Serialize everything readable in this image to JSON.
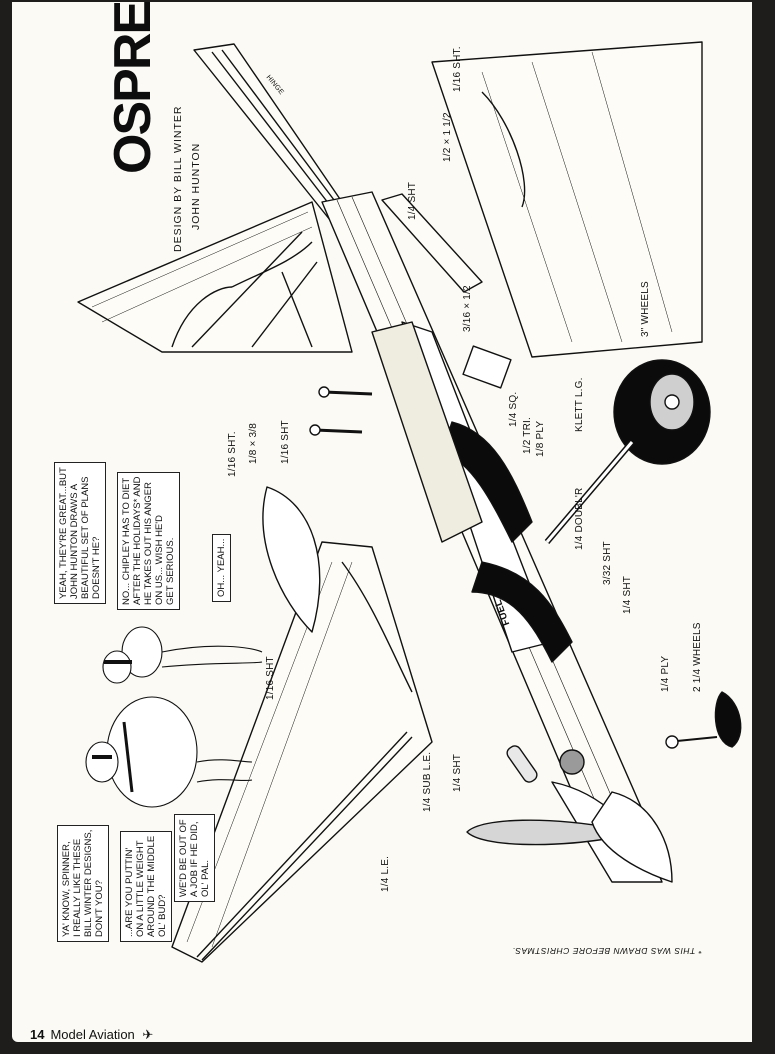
{
  "article": {
    "title": "OSPREY",
    "credits": [
      "DESIGN BY BILL WINTER",
      "JOHN HUNTON"
    ]
  },
  "cartoon": {
    "bubbles": [
      {
        "speaker": "left-character",
        "text": "YA' KNOW, SPINNER,\nI REALLY LIKE THESE\nBILL WINTER DESIGNS,\nDON'T YOU?"
      },
      {
        "speaker": "right-character",
        "text": "...ARE YOU PUTTIN'\nON A LITTLE WEIGHT\nAROUND THE MIDDLE\nOL' BUD?"
      },
      {
        "speaker": "left-character",
        "text": "WE'D BE OUT OF\nA JOB IF HE DID,\nOL' PAL."
      },
      {
        "speaker": "right-character",
        "text": "YEAH, THEY'RE GREAT...BUT\nJOHN HUNTON DRAWS A\nBEAUTIFUL SET OF PLANS\nDOESN'T HE?"
      },
      {
        "speaker": "left-character",
        "text": "NO... CHIPLEY HAS TO DIET\nAFTER THE HOLIDAYS* AND\nHE TAKES OUT HIS ANGER\nON US... WISH HE'D\nGET SERIOUS."
      },
      {
        "speaker": "right-character",
        "text": "OH... YEAH..."
      }
    ]
  },
  "callouts": [
    {
      "id": "sht-1-16-top",
      "text": "1/16 SHT."
    },
    {
      "id": "strip-1-2x1-1-2",
      "text": "1/2 × 1 1/2"
    },
    {
      "id": "sht-1-4-stab",
      "text": "1/4 SHT"
    },
    {
      "id": "strip-3-16x1-2",
      "text": "3/16 × 1/2"
    },
    {
      "id": "wheels-3",
      "text": "3\" WHEELS"
    },
    {
      "id": "klett-lg",
      "text": "KLETT L.G."
    },
    {
      "id": "sq-1-4",
      "text": "1/4 SQ."
    },
    {
      "id": "tri-1-2",
      "text": "1/2 TRI."
    },
    {
      "id": "ply-1-8",
      "text": "1/8 PLY"
    },
    {
      "id": "doubler-1-4",
      "text": "1/4 DOUBL'R"
    },
    {
      "id": "sht-3-32",
      "text": "3/32 SHT"
    },
    {
      "id": "sht-1-4-fus",
      "text": "1/4 SHT"
    },
    {
      "id": "ply-1-4",
      "text": "1/4 PLY"
    },
    {
      "id": "wheels-2-1-4",
      "text": "2 1/4 WHEELS"
    },
    {
      "id": "sht-1-16-fin",
      "text": "1/16 SHT."
    },
    {
      "id": "strip-1-8x3-8",
      "text": "1/8 × 3/8"
    },
    {
      "id": "sht-1-16-rudder",
      "text": "1/16 SHT"
    },
    {
      "id": "sht-1-16-wing",
      "text": "1/16 SHT"
    },
    {
      "id": "sub-le-1-4",
      "text": "1/4 SUB L.E."
    },
    {
      "id": "sht-1-4-wing",
      "text": "1/4 SHT"
    },
    {
      "id": "le-1-4",
      "text": "1/4 L.E."
    },
    {
      "id": "fuel",
      "text": "FUEL"
    },
    {
      "id": "hinge-label",
      "text": "HINGE"
    }
  ],
  "footnote": "* THIS WAS DRAWN BEFORE CHRISTMAS.",
  "footer": {
    "page_number": "14",
    "publication": "Model Aviation",
    "icon": "airplane-icon",
    "glyph": "✈"
  },
  "colors": {
    "paper": "#fbfaf4",
    "ink": "#111111",
    "background": "#1e1d1c"
  }
}
